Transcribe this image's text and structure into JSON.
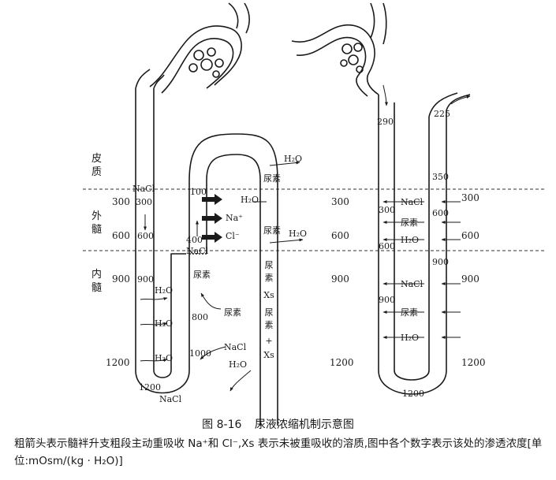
{
  "zone_labels": {
    "cortex": [
      "皮",
      "质"
    ],
    "outer_medulla": [
      "外",
      "髓"
    ],
    "inner_medulla": [
      "内",
      "髓"
    ]
  },
  "interstitium_values": {
    "left": [
      "300",
      "600",
      "900",
      "1200"
    ],
    "middle": [
      "300",
      "600",
      "900",
      "1200"
    ],
    "right": [
      "300",
      "600",
      "900",
      "1200"
    ]
  },
  "left_diagram": {
    "nacl_label_top": "NaCl",
    "descending_values": [
      "300",
      "600",
      "900",
      "1200"
    ],
    "ascending_values": [
      "400",
      "800",
      "1000"
    ],
    "thick_segment_value": "100",
    "bottom_nacl": "NaCl",
    "h2o": "H₂O",
    "urea": "尿素",
    "urea_vertical": "尿素",
    "na_ion": "Na⁺",
    "cl_ion": "Cl⁻",
    "nacl": "NaCl",
    "collecting_duct_text": [
      "尿",
      "素",
      "Xs",
      "尿",
      "素",
      "+",
      "Xs"
    ]
  },
  "right_diagram": {
    "descending_values": [
      "290",
      "300",
      "600",
      "900",
      "1200"
    ],
    "ascending_values": [
      "225",
      "350",
      "600",
      "900"
    ],
    "arrow_labels": [
      "NaCl",
      "尿素",
      "H₂O",
      "NaCl",
      "尿素",
      "H₂O"
    ]
  },
  "caption": {
    "figure_number": "图 8-16",
    "figure_title": "尿液浓缩机制示意图",
    "description": "粗箭头表示髓袢升支粗段主动重吸收 Na⁺和 Cl⁻,Xs 表示未被重吸收的溶质,图中各个数字表示该处的渗透浓度[单位:mOsm/(kg · H₂O)]"
  }
}
